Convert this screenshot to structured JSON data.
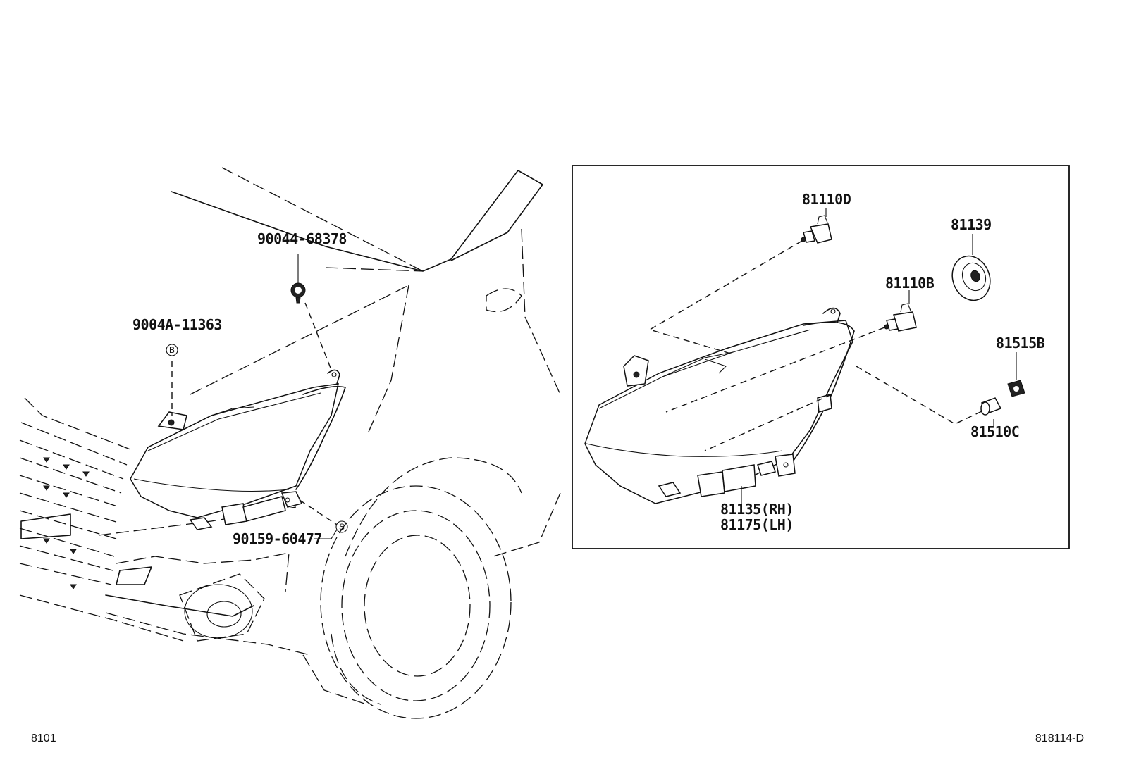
{
  "callouts": {
    "bolt_top": "90044-68378",
    "bolt_left": "9004A-11363",
    "marker_b": "B",
    "screw_bottom": "90159-60477",
    "marker_s": "S",
    "bulb_d": "81110D",
    "socket_cover": "81139",
    "bulb_b": "81110B",
    "socket_c": "81515B",
    "bulb_c": "81510C",
    "headlamp_rh": "81135(RH)",
    "headlamp_lh": "81175(LH)"
  },
  "footer": {
    "group_code": "8101",
    "illustration_id": "818114-D"
  }
}
